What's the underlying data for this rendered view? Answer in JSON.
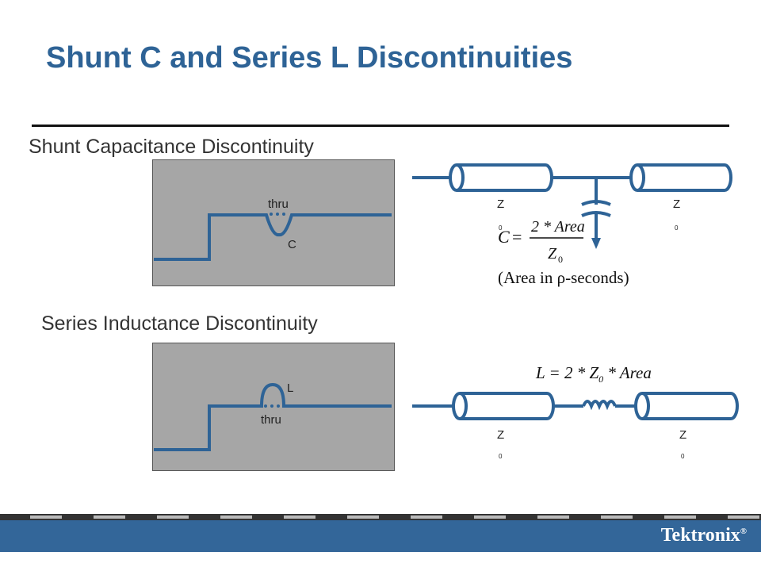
{
  "slide": {
    "title": "Shunt C and Series L Discontinuities",
    "accent_color": "#2e6396",
    "footer_color": "#336699"
  },
  "shunt": {
    "heading": "Shunt Capacitance Discontinuity",
    "thru_label": "thru",
    "c_label": "C",
    "z_left": "Z",
    "z_left_sub": "0",
    "z_right": "Z",
    "z_right_sub": "0",
    "formula": {
      "lhs": "C",
      "numerator": "2 * Area",
      "denominator": "Z",
      "denominator_sub": "0",
      "note": "(Area in ρ-seconds)"
    }
  },
  "series": {
    "heading": "Series Inductance Discontinuity",
    "thru_label": "thru",
    "l_label": "L",
    "z_left": "Z",
    "z_left_sub": "0",
    "z_right": "Z",
    "z_right_sub": "0",
    "formula": {
      "text": "L = 2 * Z",
      "sub": "0",
      "tail": " * Area"
    }
  },
  "footer": {
    "logo_text": "Tektronix",
    "logo_mark": "®"
  }
}
